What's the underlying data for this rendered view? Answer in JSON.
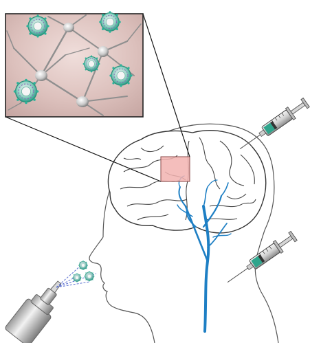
{
  "figure": {
    "panels": [
      "inset-neuron-network",
      "head-profile",
      "nasal-spray",
      "syringe-upper",
      "syringe-lower"
    ],
    "icons": [
      "nanoparticle-icon",
      "neuron-icon",
      "syringe-icon",
      "nasal-spray-icon",
      "brain-icon",
      "blood-vessel-icon"
    ],
    "colors": {
      "inset_background": "#d8bcb8",
      "highlight_box": "#f2b3b0",
      "vessel_blue": "#1e7fc4",
      "nanoparticle_teal": "#3fb8a0",
      "syringe_liquid": "#2fa58c",
      "outline": "#3a3a3a"
    }
  }
}
